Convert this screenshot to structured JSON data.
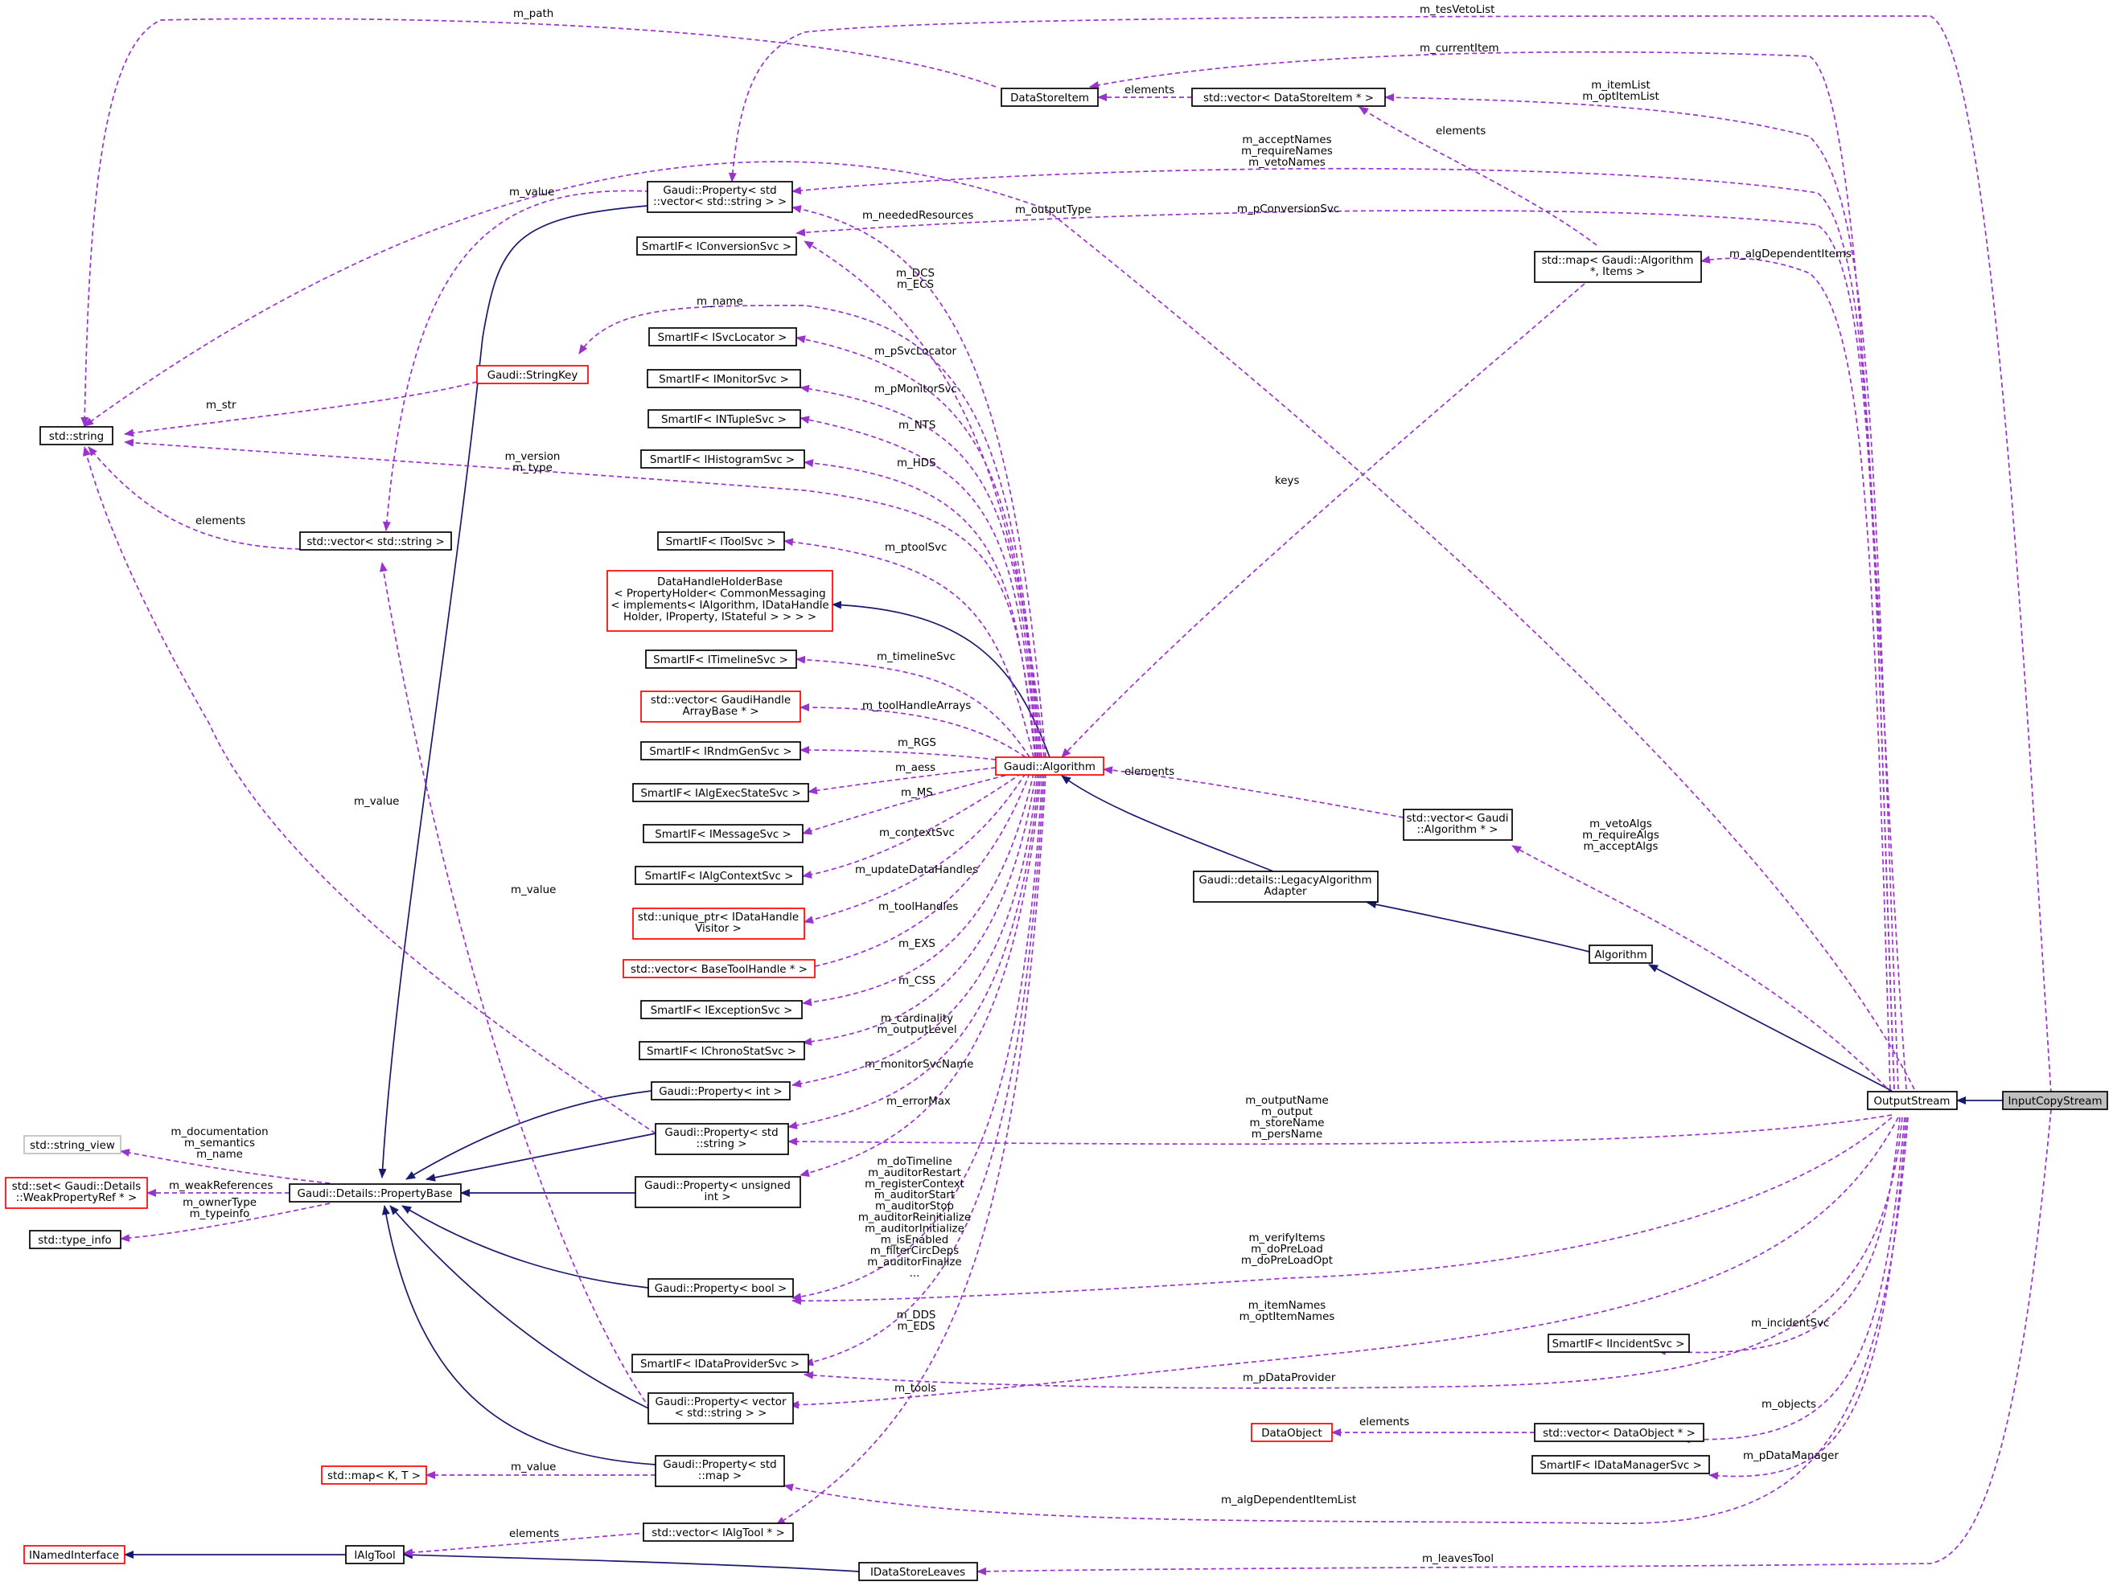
{
  "nodes": {
    "input_copy_stream": "InputCopyStream",
    "output_stream": "OutputStream",
    "algorithm": "Algorithm",
    "legacy_adapter": [
      "Gaudi::details::LegacyAlgorithm",
      "Adapter"
    ],
    "gaudi_algorithm": "Gaudi::Algorithm",
    "data_handle_holder": [
      "DataHandleHolderBase",
      "< PropertyHolder< CommonMessaging",
      "< implements< IAlgorithm, IDataHandle",
      "Holder, IProperty, IStateful > > > >"
    ],
    "std_string": "std::string",
    "vector_string": "std::vector< std::string >",
    "string_key": "Gaudi::StringKey",
    "property_base": "Gaudi::Details::PropertyBase",
    "string_view": "std::string_view",
    "set_weak_refs": [
      "std::set< Gaudi::Details",
      "::WeakPropertyRef * >"
    ],
    "type_info": "std::type_info",
    "map_kt": "std::map< K, T >",
    "inamed_interface": "INamedInterface",
    "ialg_tool": "IAlgTool",
    "idata_store_leaves": "IDataStoreLeaves",
    "data_store_item": "DataStoreItem",
    "vector_data_store_item": "std::vector< DataStoreItem * >",
    "map_alg_items": [
      "std::map< Gaudi::Algorithm",
      "*, Items >"
    ],
    "vector_gaudi_algorithm": [
      "std::vector< Gaudi",
      "::Algorithm * >"
    ],
    "prop_vector_string": [
      "Gaudi::Property< std",
      "::vector< std::string > >"
    ],
    "si_iconversion": "SmartIF< IConversionSvc >",
    "si_isvclocator": "SmartIF< ISvcLocator >",
    "si_imonitor": "SmartIF< IMonitorSvc >",
    "si_intuple": "SmartIF< INTupleSvc >",
    "si_ihistogram": "SmartIF< IHistogramSvc >",
    "si_itool": "SmartIF< IToolSvc >",
    "si_itimeline": "SmartIF< ITimelineSvc >",
    "vector_gaudihandle": [
      "std::vector< GaudiHandle",
      "ArrayBase * >"
    ],
    "si_irndm": "SmartIF< IRndmGenSvc >",
    "si_ialgexec": "SmartIF< IAlgExecStateSvc >",
    "si_imessage": "SmartIF< IMessageSvc >",
    "si_ialgcontext": "SmartIF< IAlgContextSvc >",
    "unique_ptr_visitor": [
      "std::unique_ptr< IDataHandle",
      "Visitor >"
    ],
    "vector_basetoolhandle": "std::vector< BaseToolHandle * >",
    "si_iexception": "SmartIF< IExceptionSvc >",
    "si_ichrono": "SmartIF< IChronoStatSvc >",
    "prop_int": "Gaudi::Property< int >",
    "prop_string": [
      "Gaudi::Property< std",
      "::string >"
    ],
    "prop_unsigned": [
      "Gaudi::Property< unsigned",
      "int >"
    ],
    "prop_bool": "Gaudi::Property< bool >",
    "si_idataprovider": "SmartIF< IDataProviderSvc >",
    "prop_vector_std_string": [
      "Gaudi::Property< vector",
      "< std::string > >"
    ],
    "prop_map": [
      "Gaudi::Property< std",
      "::map >"
    ],
    "vector_ialgtool": "std::vector< IAlgTool * >",
    "si_iincident": "SmartIF< IIncidentSvc >",
    "data_object": "DataObject",
    "vector_data_object": "std::vector< DataObject * >",
    "si_idatamanager": "SmartIF< IDataManagerSvc >"
  },
  "edge_labels": {
    "m_tesVetoList": "m_tesVetoList",
    "m_path": "m_path",
    "m_currentItem": "m_currentItem",
    "elements_dsi": "elements",
    "m_itemList": [
      "m_itemList",
      "m_optItemList"
    ],
    "elements_vdsi": "elements",
    "accept_names": [
      "m_acceptNames",
      "m_requireNames",
      "m_vetoNames"
    ],
    "m_outputType": "m_outputType",
    "m_value_vs": "m_value",
    "m_neededResources": "m_neededResources",
    "m_pConversionSvc": "m_pConversionSvc",
    "m_algDependentItems": "m_algDependentItems",
    "m_DCS": [
      "m_DCS",
      "m_ECS"
    ],
    "m_name": "m_name",
    "m_pSvcLocator": "m_pSvcLocator",
    "m_str": "m_str",
    "m_pMonitorSvc": "m_pMonitorSvc",
    "m_NTS": "m_NTS",
    "m_version": [
      "m_version",
      "m_type"
    ],
    "m_HDS": "m_HDS",
    "keys": "keys",
    "elements_vs": "elements",
    "m_ptoolSvc": "m_ptoolSvc",
    "m_timelineSvc": "m_timelineSvc",
    "m_toolHandleArrays": "m_toolHandleArrays",
    "m_RGS": "m_RGS",
    "m_aess": "m_aess",
    "elements_algo": "elements",
    "m_MS": "m_MS",
    "m_value_str": "m_value",
    "m_contextSvc": "m_contextSvc",
    "veto_algs": [
      "m_vetoAlgs",
      "m_requireAlgs",
      "m_acceptAlgs"
    ],
    "m_updateDataHandles": "m_updateDataHandles",
    "m_value_vec": "m_value",
    "m_toolHandles": "m_toolHandles",
    "m_EXS": "m_EXS",
    "m_CSS": "m_CSS",
    "m_cardinality": [
      "m_cardinality",
      "m_outputLevel"
    ],
    "m_monitorSvcName": "m_monitorSvcName",
    "m_errorMax": "m_errorMax",
    "output_names": [
      "m_outputName",
      "m_output",
      "m_storeName",
      "m_persName"
    ],
    "m_documentation": [
      "m_documentation",
      "m_semantics",
      "m_name"
    ],
    "m_weakReferences": "m_weakReferences",
    "m_ownerType": [
      "m_ownerType",
      "m_typeinfo"
    ],
    "bool_flags": [
      "m_doTimeline",
      "m_auditorRestart",
      "m_registerContext",
      "m_auditorStart",
      "m_auditorStop",
      "m_auditorReinitialize",
      "m_auditorInitialize",
      "m_isEnabled",
      "m_filterCircDeps",
      "m_auditorFinalize",
      "..."
    ],
    "verify_items": [
      "m_verifyItems",
      "m_doPreLoad",
      "m_doPreLoadOpt"
    ],
    "m_DDS": [
      "m_DDS",
      "m_EDS"
    ],
    "item_names": [
      "m_itemNames",
      "m_optItemNames"
    ],
    "m_incidentSvc": "m_incidentSvc",
    "m_pDataProvider": "m_pDataProvider",
    "m_tools": "m_tools",
    "m_objects": "m_objects",
    "elements_do": "elements",
    "m_pDataManager": "m_pDataManager",
    "m_value_map": "m_value",
    "m_algDependentItemList": "m_algDependentItemList",
    "elements_tool": "elements",
    "m_leavesTool": "m_leavesTool"
  },
  "colors": {
    "inheritance_edge": "#191970",
    "usage_edge": "#9a32cd",
    "incomplete_node_border": "#ff0000",
    "selected_node_fill": "#bfbfbf"
  }
}
